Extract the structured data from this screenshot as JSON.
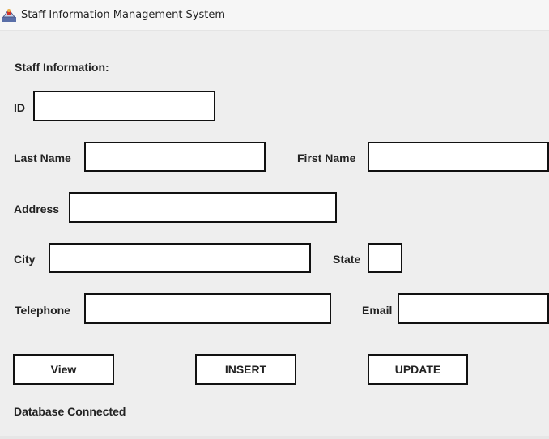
{
  "window": {
    "title": "Staff Information Management System",
    "icon": "java-app-icon"
  },
  "form": {
    "heading": "Staff Information:",
    "fields": {
      "id": {
        "label": "ID",
        "value": ""
      },
      "last_name": {
        "label": "Last Name",
        "value": ""
      },
      "first_name": {
        "label": "First Name",
        "value": ""
      },
      "address": {
        "label": "Address",
        "value": ""
      },
      "city": {
        "label": "City",
        "value": ""
      },
      "state": {
        "label": "State",
        "value": ""
      },
      "telephone": {
        "label": "Telephone",
        "value": ""
      },
      "email": {
        "label": "Email",
        "value": ""
      }
    }
  },
  "buttons": {
    "view": "View",
    "insert": "INSERT",
    "update": "UPDATE"
  },
  "status": "Database Connected"
}
